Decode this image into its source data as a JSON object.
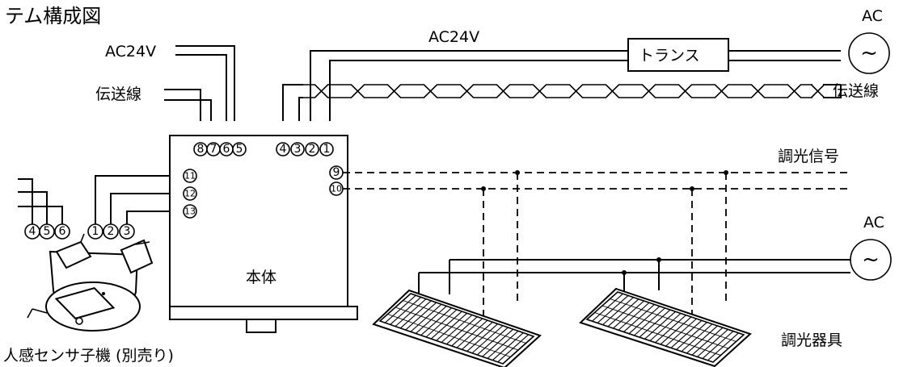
{
  "title": "テム構成図",
  "labels": {
    "ac24v_left": "AC24V",
    "ac24v_top": "AC24V",
    "transmission_left": "伝送線",
    "transmission_right": "伝送線",
    "transformer": "トランス",
    "ac_top": "AC",
    "ac_right": "AC",
    "dimming_signal": "調光信号",
    "main_body": "本体",
    "dimming_fixture": "調光器具",
    "sensor": "人感センサ子機 (別売り)"
  },
  "terminals": {
    "t1": "1",
    "t2": "2",
    "t3": "3",
    "t4": "4",
    "t5": "5",
    "t6": "6",
    "t7": "7",
    "t8": "8",
    "t9": "9",
    "t10": "10",
    "t11": "11",
    "t12": "12",
    "t13": "13"
  },
  "sensor_terminals": {
    "s1": "1",
    "s2": "2",
    "s3": "3",
    "s4": "4",
    "s5": "5",
    "s6": "6"
  },
  "ac_symbol": "~"
}
